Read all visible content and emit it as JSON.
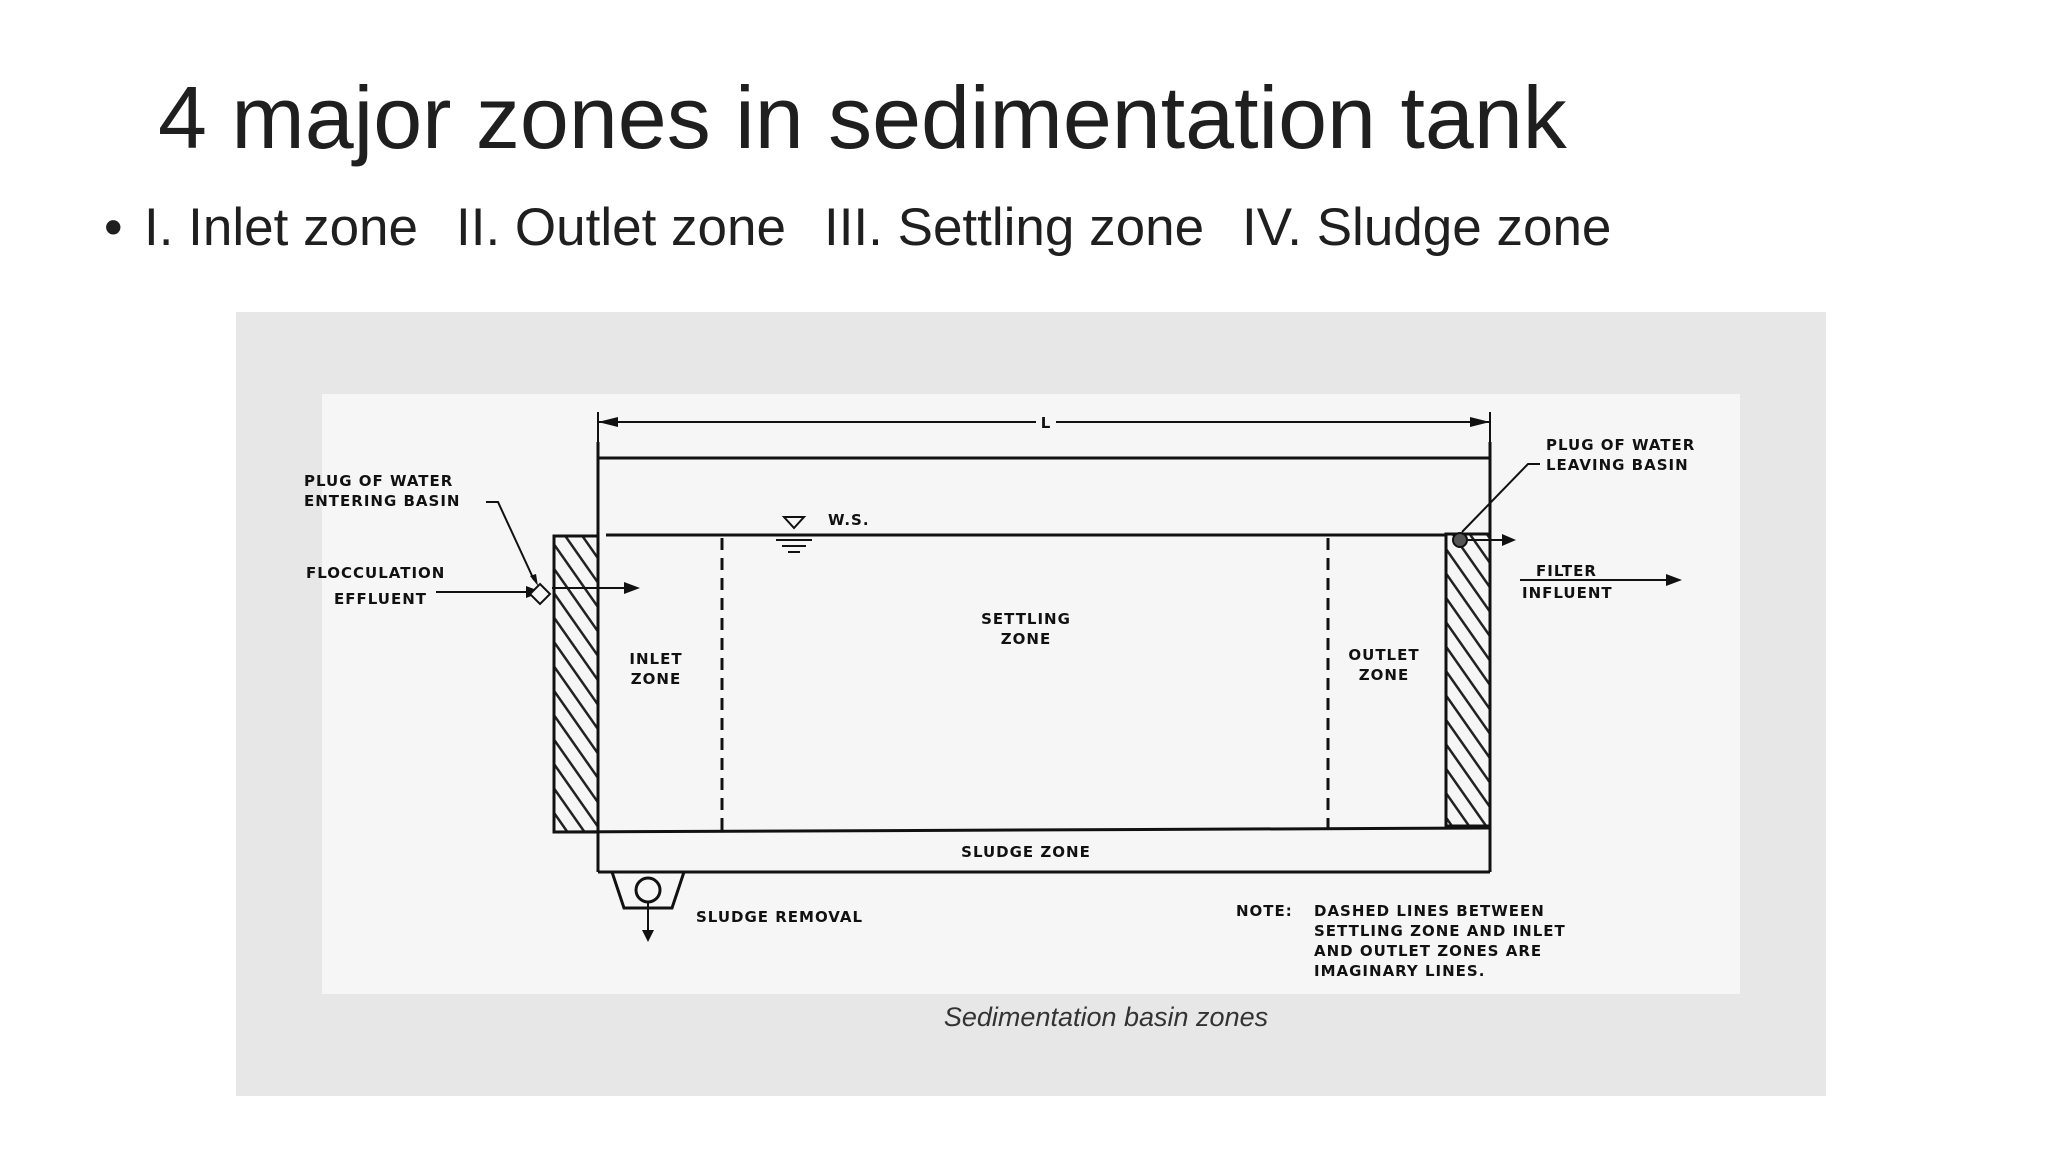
{
  "slide": {
    "title": "4 major zones in sedimentation tank",
    "bullet_marker": "•",
    "bullet_items": [
      "I. Inlet zone",
      "II. Outlet zone",
      "III. Settling zone",
      "IV. Sludge zone"
    ]
  },
  "diagram": {
    "length_label": "L",
    "water_surface_label": "W.S.",
    "plug_entering": [
      "PLUG OF WATER",
      "ENTERING BASIN"
    ],
    "plug_leaving": [
      "PLUG OF WATER",
      "LEAVING BASIN"
    ],
    "flocculation": [
      "FLOCCULATION",
      "EFFLUENT"
    ],
    "filter": [
      "FILTER",
      "INFLUENT"
    ],
    "inlet_zone": [
      "INLET",
      "ZONE"
    ],
    "settling_zone": [
      "SETTLING",
      "ZONE"
    ],
    "outlet_zone": [
      "OUTLET",
      "ZONE"
    ],
    "sludge_zone": "SLUDGE ZONE",
    "sludge_removal": "SLUDGE REMOVAL",
    "note_label": "NOTE:",
    "note_lines": [
      "DASHED LINES BETWEEN",
      "SETTLING ZONE AND INLET",
      "AND OUTLET ZONES ARE",
      "IMAGINARY LINES."
    ],
    "caption": "Sedimentation basin zones"
  }
}
